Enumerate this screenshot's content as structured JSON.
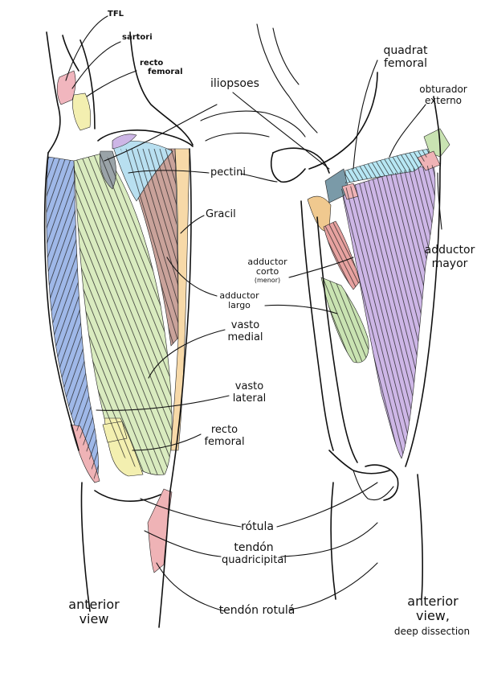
{
  "labels": {
    "tfl": "TFL",
    "sartori": "sartori",
    "recto_femoral_top_1": "recto",
    "recto_femoral_top_2": "femoral",
    "iliopsoes": "iliopsoes",
    "pectini": "pectini",
    "gracil": "Gracil",
    "adductor_corto_1": "adductor",
    "adductor_corto_2": "corto",
    "adductor_corto_3": "(menor)",
    "adductor_largo_1": "adductor",
    "adductor_largo_2": "largo",
    "vasto_medial_1": "vasto",
    "vasto_medial_2": "medial",
    "vasto_lateral_1": "vasto",
    "vasto_lateral_2": "lateral",
    "recto_femoral_bottom_1": "recto",
    "recto_femoral_bottom_2": "femoral",
    "rotula": "rótula",
    "tendon_quad_1": "tendón",
    "tendon_quad_2": "quadricipital",
    "tendon_rotula": "tendón rotulá",
    "quadrat_1": "quadrat",
    "quadrat_2": "femoral",
    "obturador_1": "obturador",
    "obturador_2": "externo",
    "adductor_mayor_1": "adductor",
    "adductor_mayor_2": "mayor",
    "anterior_view_left_1": "anterior",
    "anterior_view_left_2": "view",
    "anterior_view_right_1": "anterior",
    "anterior_view_right_2": "view,",
    "deep_dissection": "deep dissection"
  },
  "colors": {
    "vasto_lateral": "#9fb8e8",
    "vasto_medial": "#d9ebbf",
    "recto_femoral": "#f3efb0",
    "sartori": "#f0c98f",
    "gracil": "#f7d9a8",
    "adductor_largo": "#c9a29a",
    "pectini": "#b8dff0",
    "iliopsoes": "#9aa3a8",
    "obturador": "#b7e7f4",
    "quadrat": "#7a9aa8",
    "adductor_mayor": "#cdb6e6",
    "adductor_corto": "#e7a2a0",
    "tfl": "#f1b6be",
    "tendon_rotula": "#efb3b6",
    "green_deep": "#c9e3b2"
  }
}
